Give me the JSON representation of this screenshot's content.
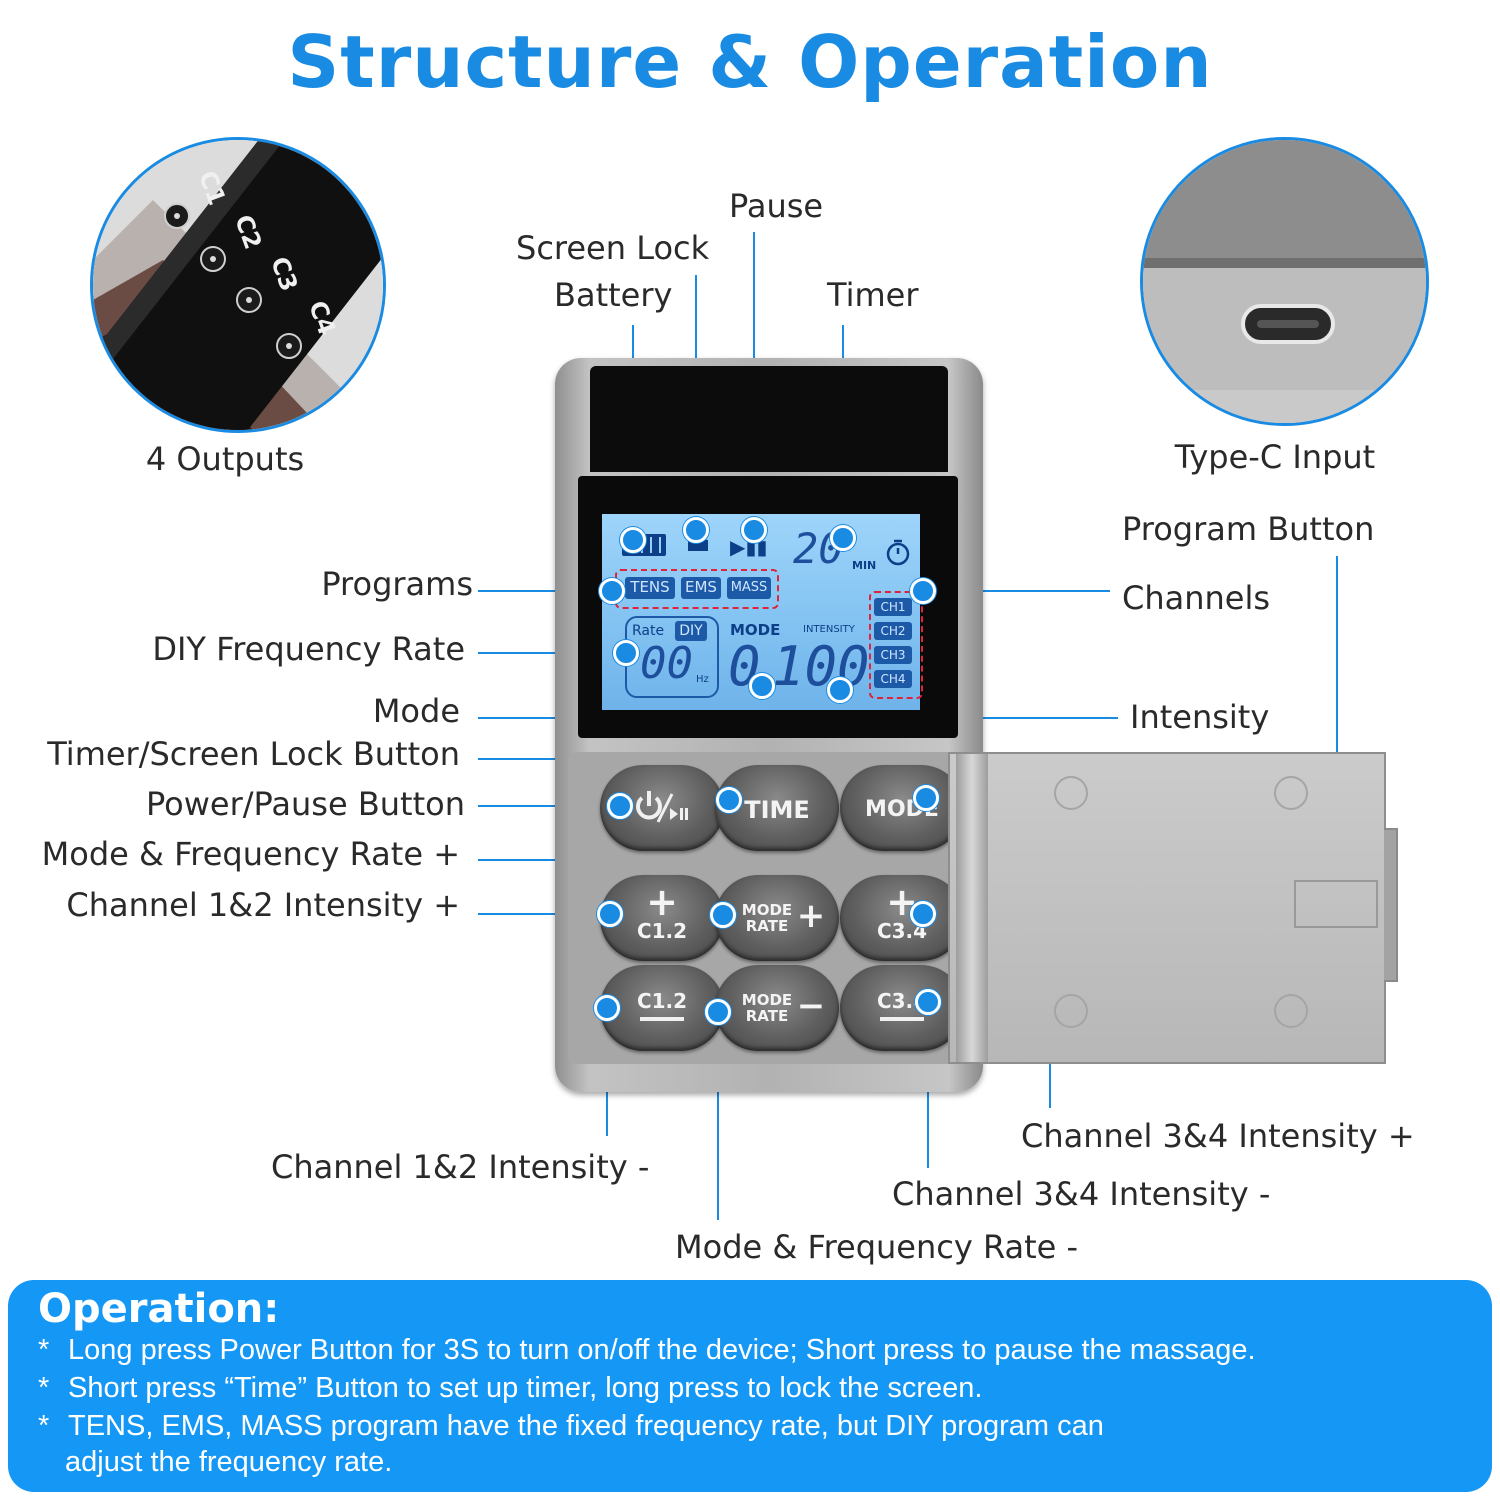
{
  "title": "Structure & Operation",
  "labels": {
    "outputs": "4 Outputs",
    "output_marks": [
      "C1",
      "C2",
      "C3",
      "C4"
    ],
    "type_c": "Type-C Input",
    "pause": "Pause",
    "screen_lock": "Screen Lock",
    "battery": "Battery",
    "timer": "Timer",
    "program_button": "Program Button",
    "programs": "Programs",
    "channels": "Channels",
    "diy_rate": "DIY Frequency Rate",
    "mode": "Mode",
    "intensity": "Intensity",
    "timer_lock_button": "Timer/Screen Lock Button",
    "power_pause_button": "Power/Pause Button",
    "mode_rate_plus": "Mode & Frequency Rate +",
    "ch12_plus": "Channel 1&2 Intensity +",
    "ch34_plus": "Channel 3&4 Intensity +",
    "ch12_minus": "Channel 1&2 Intensity -",
    "ch34_minus": "Channel 3&4 Intensity -",
    "mode_rate_minus": "Mode & Frequency Rate -"
  },
  "lcd": {
    "timer_value": "20",
    "timer_unit": "MIN",
    "programs": [
      "TENS",
      "EMS",
      "MASS"
    ],
    "rate_label": "Rate",
    "diy_label": "DIY",
    "rate_value": "00",
    "rate_unit": "Hz",
    "mode_label": "MODE",
    "mode_value": "0",
    "intensity_label": "INTENSITY",
    "intensity_value": "100",
    "channels": [
      "CH1",
      "CH2",
      "CH3",
      "CH4"
    ]
  },
  "buttons": {
    "time": "TIME",
    "mode": "MODE",
    "mode_small": "MODE",
    "rate_small": "RATE",
    "c12": "C1.2",
    "c34": "C3.4",
    "plus": "+",
    "minus": "−"
  },
  "operation": {
    "heading": "Operation:",
    "bullet": "*",
    "lines": [
      "Long press Power Button for 3S to turn on/off the device; Short press to pause the massage.",
      "Short press “Time” Button to set up timer, long press to lock the screen.",
      "TENS, EMS, MASS program have the fixed frequency rate, but DIY program can",
      "adjust the frequency rate."
    ]
  },
  "colors": {
    "accent": "#1a8be3",
    "lcd": "#8cc9f4",
    "device": "#a9a9a9",
    "op_box": "#1597f5"
  }
}
